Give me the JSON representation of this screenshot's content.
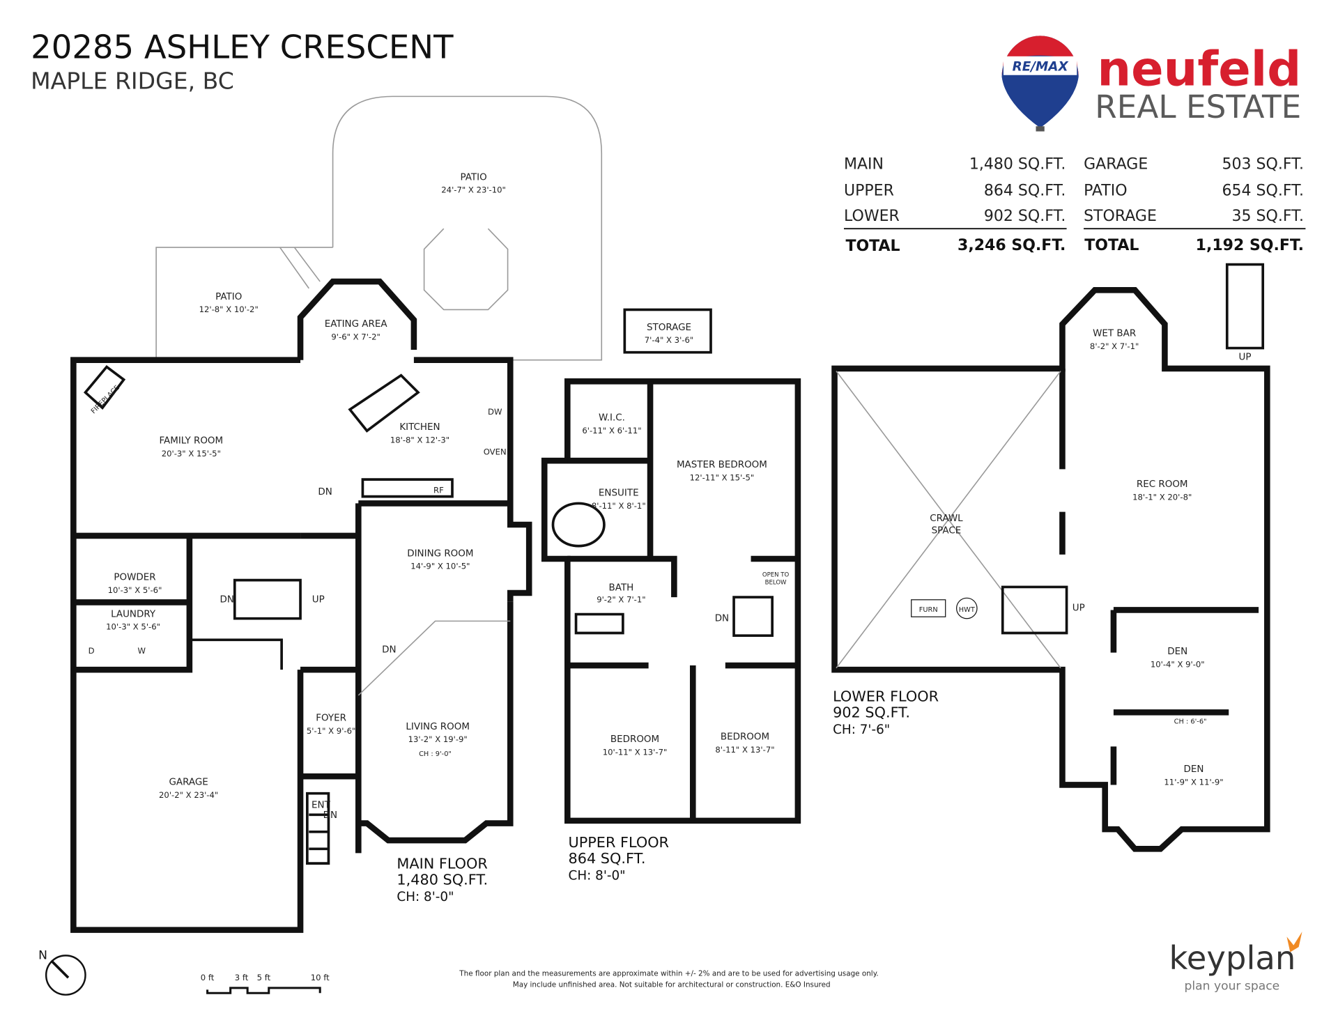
{
  "header": {
    "address": "20285 ASHLEY CRESCENT",
    "city": "MAPLE RIDGE, BC"
  },
  "brand": {
    "remax": "RE/MAX",
    "name": "neufeld",
    "sub": "REAL ESTATE",
    "red": "#d71f2e",
    "gray": "#5a5a5a",
    "blue": "#1f3f8f"
  },
  "stats": {
    "left": [
      {
        "label": "MAIN",
        "value": "1,480 SQ.FT."
      },
      {
        "label": "UPPER",
        "value": "864 SQ.FT."
      },
      {
        "label": "LOWER",
        "value": "902 SQ.FT."
      }
    ],
    "left_total": {
      "label": "TOTAL",
      "value": "3,246 SQ.FT."
    },
    "right": [
      {
        "label": "GARAGE",
        "value": "503 SQ.FT."
      },
      {
        "label": "PATIO",
        "value": "654 SQ.FT."
      },
      {
        "label": "STORAGE",
        "value": "35 SQ.FT."
      }
    ],
    "right_total": {
      "label": "TOTAL",
      "value": "1,192 SQ.FT."
    }
  },
  "rooms": [
    {
      "name": "PATIO",
      "dims": "24'-7\" X 23'-10\""
    },
    {
      "name": "PATIO",
      "dims": "12'-8\" X 10'-2\""
    },
    {
      "name": "EATING AREA",
      "dims": "9'-6\" X 7'-2\""
    },
    {
      "name": "STORAGE",
      "dims": "7'-4\" X 3'-6\""
    },
    {
      "name": "FAMILY ROOM",
      "dims": "20'-3\" X 15'-5\""
    },
    {
      "name": "KITCHEN",
      "dims": "18'-8\" X 12'-3\""
    },
    {
      "name": "DINING ROOM",
      "dims": "14'-9\" X 10'-5\""
    },
    {
      "name": "POWDER",
      "dims": "10'-3\" X 5'-6\""
    },
    {
      "name": "LAUNDRY",
      "dims": "10'-3\" X 5'-6\""
    },
    {
      "name": "FOYER",
      "dims": "5'-1\" X 9'-6\""
    },
    {
      "name": "LIVING ROOM",
      "dims": "13'-2\" X 19'-9\"",
      "ch": "CH : 9'-0\""
    },
    {
      "name": "GARAGE",
      "dims": "20'-2\" X 23'-4\""
    },
    {
      "name": "W.I.C.",
      "dims": "6'-11\" X 6'-11\""
    },
    {
      "name": "MASTER BEDROOM",
      "dims": "12'-11\" X 15'-5\""
    },
    {
      "name": "ENSUITE",
      "dims": "8'-11\" X 8'-1\""
    },
    {
      "name": "BATH",
      "dims": "9'-2\" X 7'-1\""
    },
    {
      "name": "BEDROOM",
      "dims": "10'-11\" X 13'-7\""
    },
    {
      "name": "BEDROOM",
      "dims": "8'-11\" X 13'-7\""
    },
    {
      "name": "WET BAR",
      "dims": "8'-2\" X 7'-1\""
    },
    {
      "name": "REC ROOM",
      "dims": "18'-1\" X 20'-8\""
    },
    {
      "name": "CRAWL",
      "name2": "SPACE"
    },
    {
      "name": "DEN",
      "dims": "10'-4\" X 9'-0\""
    },
    {
      "name": "DEN",
      "dims": "11'-9\" X 11'-9\"",
      "ch": "CH : 6'-6\""
    }
  ],
  "fixtures": {
    "fireplace": "FIREPLACE",
    "dw": "DW",
    "oven": "OVEN",
    "rf": "RF",
    "d": "D",
    "w": "W",
    "furn": "FURN",
    "hwt": "HWT",
    "open_below": "OPEN TO",
    "open_below2": "BELOW",
    "up": "UP",
    "dn": "DN",
    "ent": "ENT"
  },
  "floors": [
    {
      "name": "MAIN FLOOR",
      "area": "1,480 SQ.FT.",
      "ch": "CH: 8'-0\""
    },
    {
      "name": "UPPER FLOOR",
      "area": "864 SQ.FT.",
      "ch": "CH: 8'-0\""
    },
    {
      "name": "LOWER FLOOR",
      "area": "902 SQ.FT.",
      "ch": "CH: 7'-6\""
    }
  ],
  "scale": {
    "labels": [
      "0 ft",
      "3 ft",
      "5 ft",
      "10 ft"
    ]
  },
  "compass": {
    "label": "N"
  },
  "disclaimer": {
    "line1": "The floor plan and the measurements are approximate within +/- 2% and are to be used for advertising usage only.",
    "line2": "May include unfinished area. Not suitable for architectural or construction. E&O Insured"
  },
  "keyplan": {
    "name": "keyplan",
    "tagline": "plan your space",
    "accent": "#f08a24"
  }
}
